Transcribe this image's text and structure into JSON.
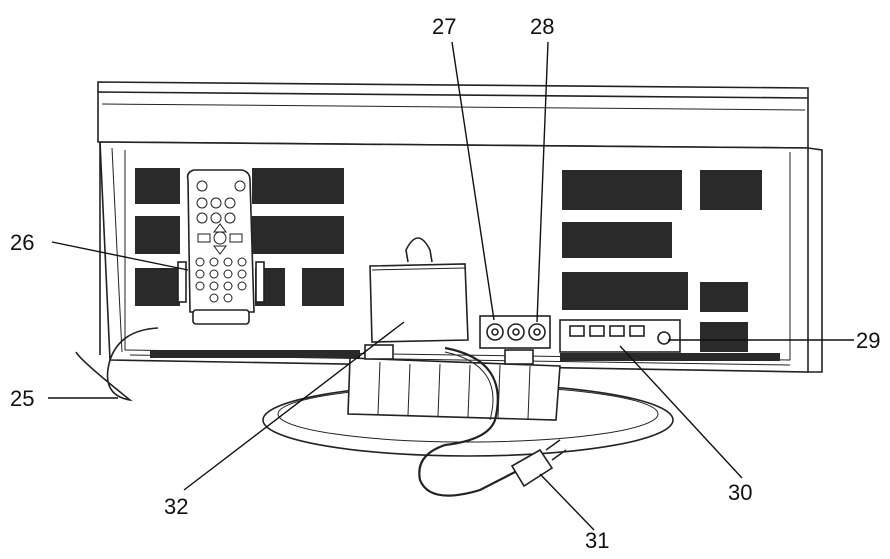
{
  "callouts": [
    {
      "id": "25",
      "label": "25"
    },
    {
      "id": "26",
      "label": "26"
    },
    {
      "id": "27",
      "label": "27"
    },
    {
      "id": "28",
      "label": "28"
    },
    {
      "id": "29",
      "label": "29"
    },
    {
      "id": "30",
      "label": "30"
    },
    {
      "id": "31",
      "label": "31"
    },
    {
      "id": "32",
      "label": "32"
    }
  ]
}
